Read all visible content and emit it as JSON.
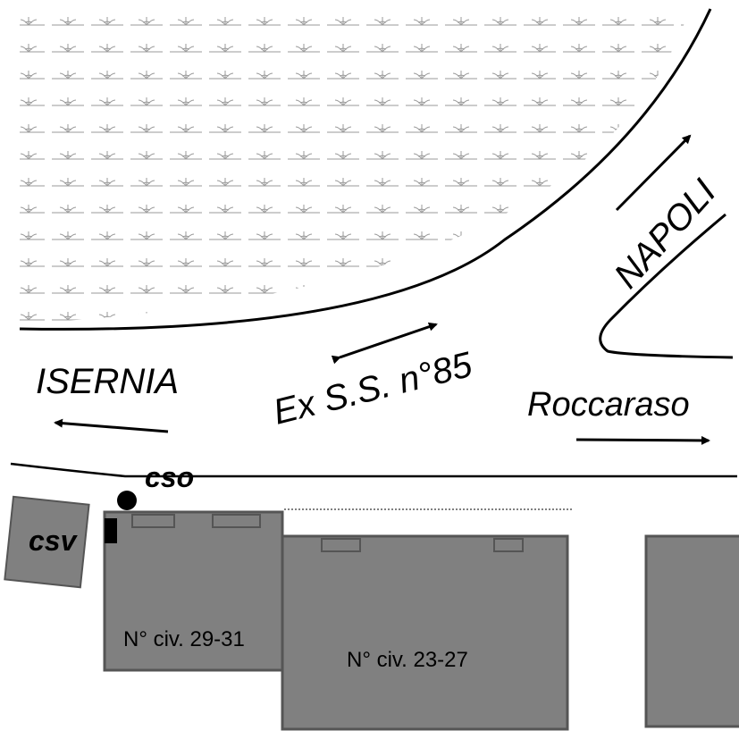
{
  "labels": {
    "isernia": "ISERNIA",
    "napoli": "NAPOLI",
    "roccaraso": "Roccaraso",
    "road": "Ex S.S. n°85",
    "cso": "cso",
    "csv": "csv",
    "building_1": "N° civ. 29-31",
    "building_2": "N° civ. 23-27"
  },
  "colors": {
    "building_fill": "#808080",
    "building_stroke": "#555555",
    "line": "#000000",
    "vegetation": "#9a9a9a"
  },
  "icons": {
    "vegetation": "grass-pattern",
    "cso_marker": "filled-circle",
    "csv_marker": "filled-rectangle"
  }
}
